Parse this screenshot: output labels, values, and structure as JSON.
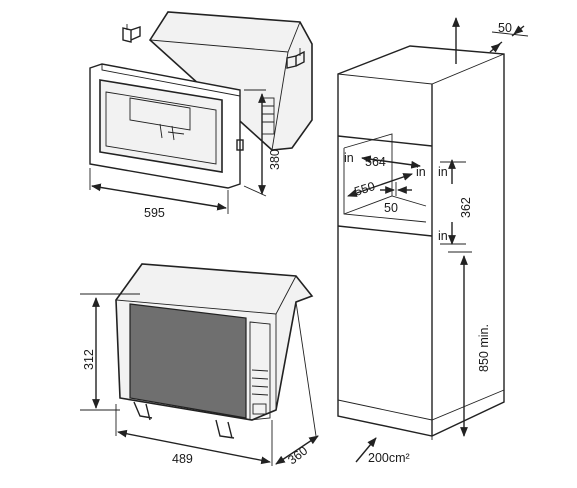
{
  "colors": {
    "line": "#222222",
    "body_fill": "#f2f2f2",
    "glass_fill": "#6f6f6f",
    "background": "#ffffff"
  },
  "top_left": {
    "width": "595",
    "height": "380"
  },
  "bottom_left": {
    "height": "312",
    "width": "489",
    "depth": "360"
  },
  "cabinet": {
    "top_gap": "50",
    "niche_width": "564",
    "niche_depth": "550",
    "rear_gap": "50",
    "niche_height": "362",
    "base_height": "850 min.",
    "vent_area": "200cm²",
    "in_label_1": "in",
    "in_label_2": "in",
    "in_label_3": "in",
    "in_label_4": "in"
  }
}
